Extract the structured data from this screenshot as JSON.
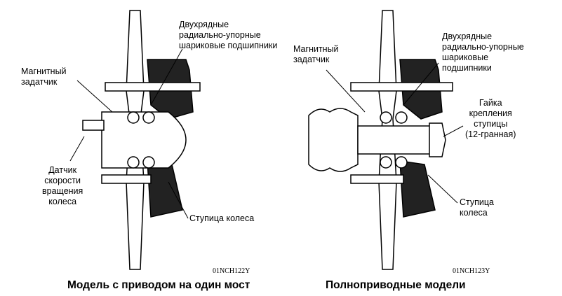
{
  "left": {
    "bearings_label": [
      "Двухрядные",
      "радиально-упорные",
      "шариковые подшипники"
    ],
    "magnet_label": [
      "Магнитный",
      "задатчик"
    ],
    "sensor_label": [
      "Датчик",
      "скорости",
      "вращения",
      "колеса"
    ],
    "hub_label": "Ступица колеса",
    "code": "01NCH122Y",
    "caption": "Модель с приводом на один мост"
  },
  "right": {
    "magnet_label": [
      "Магнитный",
      "задатчик"
    ],
    "bearings_label": [
      "Двухрядные",
      "радиально-упорные",
      "шариковые",
      "подшипники"
    ],
    "nut_label": [
      "Гайка",
      "крепления",
      "ступицы",
      "(12-гранная)"
    ],
    "hub_label": [
      "Ступица",
      "колеса"
    ],
    "code": "01NCH123Y",
    "caption": "Полноприводные модели"
  }
}
